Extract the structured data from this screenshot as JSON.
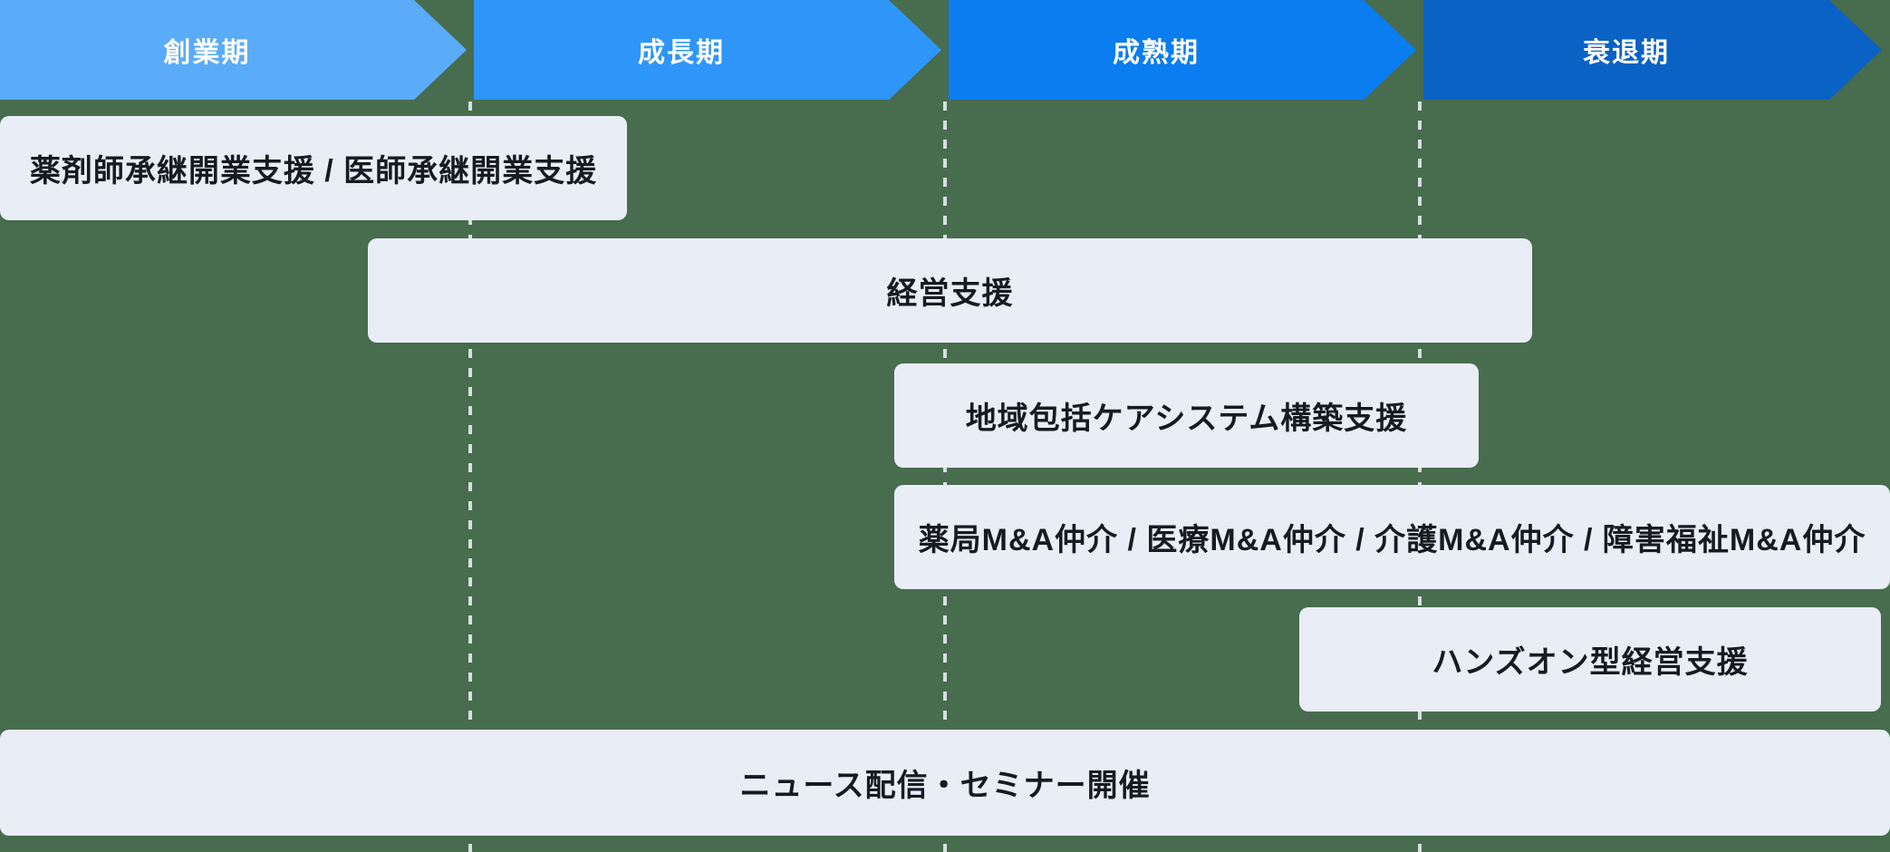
{
  "diagram": {
    "background_color": "#486C4E",
    "box_background_color": "#E9EDF6",
    "box_text_color": "#171A20",
    "divider_style": "white-dashed-vertical"
  },
  "stages": [
    {
      "label": "創業期",
      "color": "#5AABF8",
      "text_color": "#FFFFFF"
    },
    {
      "label": "成長期",
      "color": "#2E96F9",
      "text_color": "#FFFFFF"
    },
    {
      "label": "成熟期",
      "color": "#0A7DF0",
      "text_color": "#FFFFFF"
    },
    {
      "label": "衰退期",
      "color": "#0A62C4",
      "text_color": "#FFFFFF"
    }
  ],
  "services": [
    {
      "label": "薬剤師承継開業支援 / 医師承継開業支援"
    },
    {
      "label": "経営支援"
    },
    {
      "label": "地域包括ケアシステム構築支援"
    },
    {
      "label": "薬局M&A仲介 / 医療M&A仲介 / 介護M&A仲介 / 障害福祉M&A仲介"
    },
    {
      "label": "ハンズオン型経営支援"
    },
    {
      "label": "ニュース配信・セミナー開催"
    }
  ]
}
